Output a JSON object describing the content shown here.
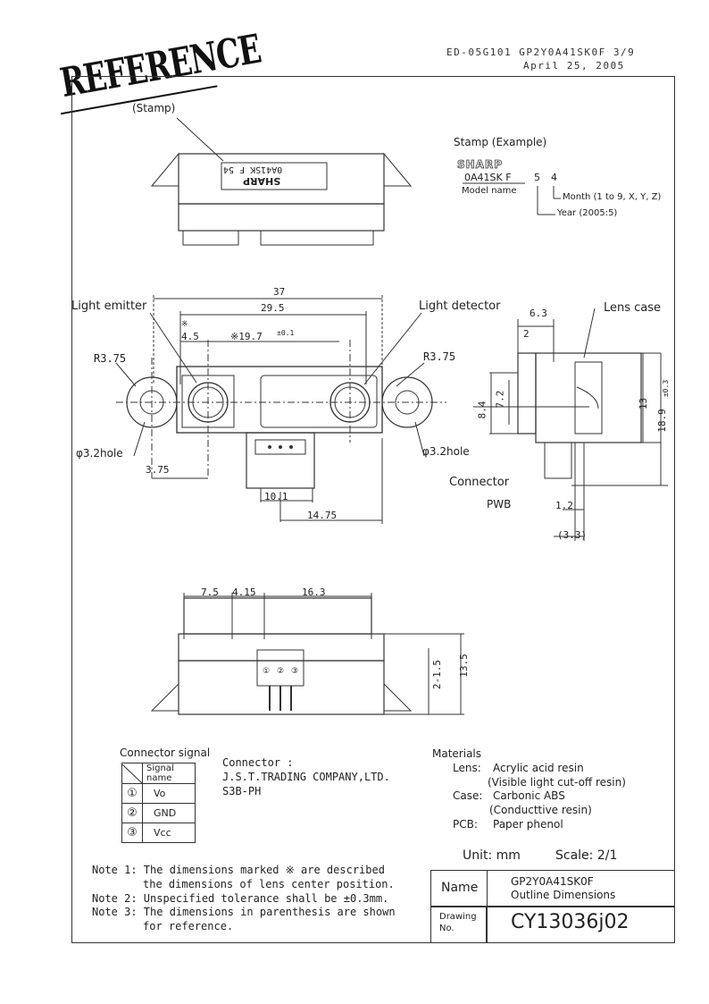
{
  "header": {
    "doc_code": "ED-05G101 GP2Y0A41SK0F 3/9",
    "date": "April 25, 2005",
    "reference_stamp": "REFERENCE"
  },
  "top_view": {
    "stamp_label": "(Stamp)",
    "stamp_text_line1": "0A41SK F 54",
    "stamp_text_line2": "SHARP"
  },
  "stamp_example": {
    "title": "Stamp (Example)",
    "brand": "SHARP",
    "model_code": "0A41SK F",
    "digit_5": "5",
    "digit_4": "4",
    "model_name_label": "Model name",
    "month_label": "Month (1 to 9, X, Y, Z)",
    "year_label": "Year (2005:5)"
  },
  "front_view": {
    "light_emitter": "Light emitter",
    "light_detector": "Light detector",
    "dim_37": "37",
    "dim_29_5": "29.5",
    "dim_4_5": "4.5",
    "dim_4_5_mark": "※",
    "dim_19_7": "※19.7",
    "dim_19_7_tol": "±0.1",
    "r_left": "R3.75",
    "r_right": "R3.75",
    "hole_left": "φ3.2hole",
    "hole_right": "φ3.2hole",
    "dim_3_75": "3.75",
    "dim_10_1": "10.1",
    "dim_14_75": "14.75"
  },
  "side_view": {
    "lens_case": "Lens case",
    "dim_6_3": "6.3",
    "dim_2": "2",
    "dim_8_4": "8.4",
    "dim_7_2": "7.2",
    "dim_13": "13",
    "dim_18_9": "18.9",
    "dim_18_9_tol": "±0.3",
    "connector": "Connector",
    "pwb": "PWB",
    "dim_1_2": "1.2",
    "dim_3_3": "(3.3)"
  },
  "bottom_view": {
    "dim_7_5": "7.5",
    "dim_4_15": "4.15",
    "dim_16_3": "16.3",
    "dim_2_1_5": "2-1.5",
    "dim_13_5": "13.5",
    "pin1": "①",
    "pin2": "②",
    "pin3": "③"
  },
  "connector_signal": {
    "title": "Connector signal",
    "header": "Signal name",
    "rows": [
      {
        "pin": "①",
        "signal": "Vo"
      },
      {
        "pin": "②",
        "signal": "GND"
      },
      {
        "pin": "③",
        "signal": "Vcc"
      }
    ]
  },
  "connector_info": {
    "line1": "Connector :",
    "line2": "J.S.T.TRADING COMPANY,LTD.",
    "line3": "S3B-PH"
  },
  "materials": {
    "title": "Materials",
    "lens_label": "Lens:",
    "lens_value1": "Acrylic acid resin",
    "lens_value2": "(Visible light cut-off resin)",
    "case_label": "Case:",
    "case_value1": "Carbonic ABS",
    "case_value2": "(Conducttive resin)",
    "pcb_label": "PCB:",
    "pcb_value": "Paper phenol"
  },
  "notes": {
    "note1_a": "Note 1: The dimensions marked ※ are described",
    "note1_b": "the dimensions of lens center position.",
    "note2": "Note 2: Unspecified tolerance shall be ±0.3mm.",
    "note3_a": "Note 3: The dimensions in parenthesis are shown",
    "note3_b": "for reference."
  },
  "title_block": {
    "unit": "Unit: mm",
    "scale": "Scale: 2/1",
    "name_label": "Name",
    "name_value1": "GP2Y0A41SK0F",
    "name_value2": "Outline Dimensions",
    "drawing_label1": "Drawing",
    "drawing_label2": "No.",
    "drawing_no": "CY13036j02"
  }
}
